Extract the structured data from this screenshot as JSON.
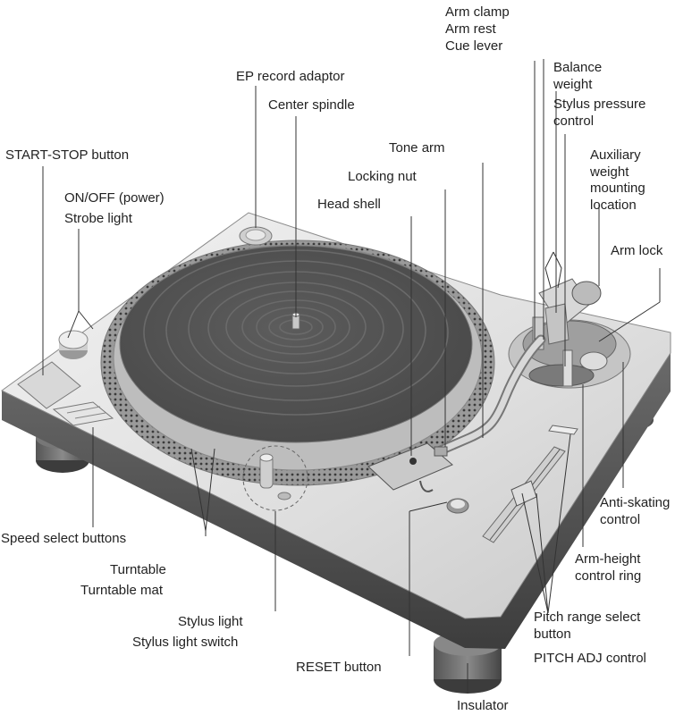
{
  "labels": {
    "arm_clamp": "Arm clamp",
    "arm_rest": "Arm rest",
    "cue_lever": "Cue lever",
    "balance_weight": "Balance\nweight",
    "stylus_pressure_control": "Stylus pressure\ncontrol",
    "ep_record_adaptor": "EP record adaptor",
    "center_spindle": "Center spindle",
    "tone_arm": "Tone arm",
    "start_stop_button": "START-STOP button",
    "locking_nut": "Locking nut",
    "auxiliary_weight": "Auxiliary\nweight\nmounting\nlocation",
    "on_off_power": "ON/OFF (power)",
    "strobe_light": "Strobe light",
    "head_shell": "Head shell",
    "arm_lock": "Arm lock",
    "anti_skating_control": "Anti-skating\ncontrol",
    "speed_select_buttons": "Speed select buttons",
    "turntable": "Turntable",
    "turntable_mat": "Turntable mat",
    "arm_height_control_ring": "Arm-height\ncontrol ring",
    "stylus_light": "Stylus light",
    "stylus_light_switch": "Stylus light switch",
    "pitch_range_select_button": "Pitch range select\nbutton",
    "reset_button": "RESET button",
    "pitch_adj_control": "PITCH ADJ control",
    "insulator": "Insulator"
  }
}
